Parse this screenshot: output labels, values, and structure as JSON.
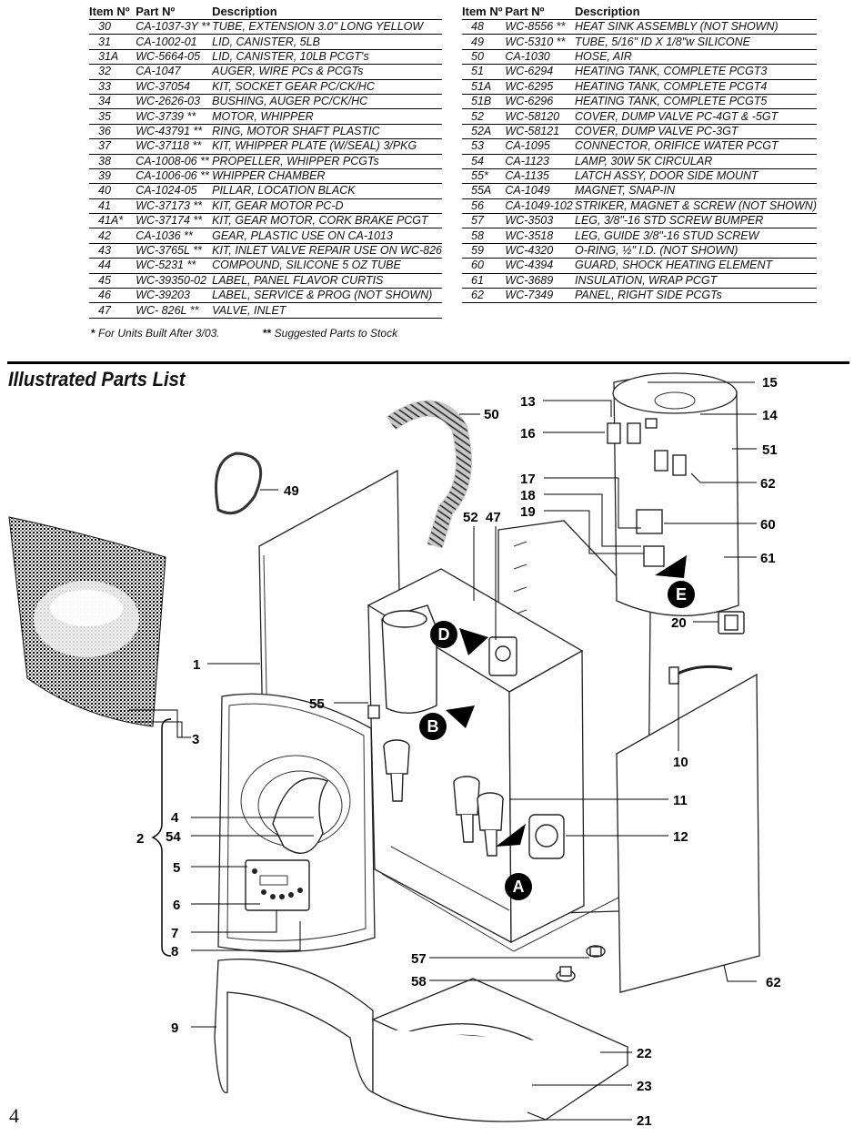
{
  "left_table": {
    "headers": {
      "item": "Item Nº",
      "part": "Part Nº",
      "desc": "Description"
    },
    "rows": [
      {
        "item": "30",
        "part": "CA-1037-3Y **",
        "desc": "TUBE, EXTENSION 3.0\" LONG YELLOW"
      },
      {
        "item": "31",
        "part": "CA-1002-01",
        "desc": "LID, CANISTER, 5LB"
      },
      {
        "item": "31A",
        "part": "WC-5664-05",
        "desc": "LID, CANISTER, 10LB PCGT's"
      },
      {
        "item": "32",
        "part": "CA-1047",
        "desc": "AUGER, WIRE PCs & PCGTs"
      },
      {
        "item": "33",
        "part": "WC-37054",
        "desc": "KIT, SOCKET GEAR PC/CK/HC"
      },
      {
        "item": "34",
        "part": "WC-2626-03",
        "desc": "BUSHING, AUGER PC/CK/HC"
      },
      {
        "item": "35",
        "part": "WC-3739  **",
        "desc": "MOTOR, WHIPPER"
      },
      {
        "item": "36",
        "part": "WC-43791 **",
        "desc": "RING, MOTOR SHAFT PLASTIC"
      },
      {
        "item": "37",
        "part": "WC-37118 **",
        "desc": "KIT, WHIPPER PLATE (W/SEAL) 3/PKG"
      },
      {
        "item": "38",
        "part": "CA-1008-06 **",
        "desc": "PROPELLER, WHIPPER PCGTs"
      },
      {
        "item": "39",
        "part": "CA-1006-06 **",
        "desc": "WHIPPER CHAMBER"
      },
      {
        "item": "40",
        "part": "CA-1024-05",
        "desc": "PILLAR, LOCATION BLACK"
      },
      {
        "item": "41",
        "part": "WC-37173 **",
        "desc": "KIT, GEAR MOTOR PC-D"
      },
      {
        "item": "41A*",
        "part": "WC-37174 **",
        "desc": "KIT, GEAR MOTOR, CORK BRAKE PCGT"
      },
      {
        "item": "42",
        "part": "CA-1036  **",
        "desc": "GEAR, PLASTIC USE ON CA-1013"
      },
      {
        "item": "43",
        "part": "WC-3765L **",
        "desc": "KIT, INLET VALVE REPAIR USE ON WC-826"
      },
      {
        "item": "44",
        "part": "WC-5231 **",
        "desc": "COMPOUND, SILICONE 5 OZ TUBE"
      },
      {
        "item": "45",
        "part": "WC-39350-02",
        "desc": "LABEL, PANEL FLAVOR CURTIS"
      },
      {
        "item": "46",
        "part": "WC-39203",
        "desc": "LABEL, SERVICE & PROG (NOT SHOWN)"
      },
      {
        "item": "47",
        "part": "WC-  826L **",
        "desc": "VALVE, INLET"
      }
    ]
  },
  "right_table": {
    "headers": {
      "item": "Item Nº",
      "part": "Part Nº",
      "desc": "Description"
    },
    "rows": [
      {
        "item": "48",
        "part": "WC-8556 **",
        "desc": "HEAT SINK ASSEMBLY (NOT SHOWN)"
      },
      {
        "item": "49",
        "part": "WC-5310 **",
        "desc": "TUBE, 5/16\" ID X 1/8\"w SILICONE"
      },
      {
        "item": "50",
        "part": "CA-1030",
        "desc": "HOSE, AIR"
      },
      {
        "item": "51",
        "part": "WC-6294",
        "desc": "HEATING TANK, COMPLETE PCGT3"
      },
      {
        "item": "51A",
        "part": "WC-6295",
        "desc": "HEATING TANK, COMPLETE PCGT4"
      },
      {
        "item": "51B",
        "part": "WC-6296",
        "desc": "HEATING TANK, COMPLETE PCGT5"
      },
      {
        "item": "52",
        "part": "WC-58120",
        "desc": "COVER, DUMP VALVE  PC-4GT & -5GT"
      },
      {
        "item": "52A",
        "part": "WC-58121",
        "desc": "COVER, DUMP VALVE PC-3GT"
      },
      {
        "item": "53",
        "part": "CA-1095",
        "desc": "CONNECTOR, ORIFICE WATER PCGT"
      },
      {
        "item": "54",
        "part": "CA-1123",
        "desc": "LAMP, 30W 5K CIRCULAR"
      },
      {
        "item": "55*",
        "part": "CA-1135",
        "desc": "LATCH ASSY, DOOR SIDE MOUNT"
      },
      {
        "item": "55A",
        "part": "CA-1049",
        "desc": "MAGNET, SNAP-IN"
      },
      {
        "item": "56",
        "part": "CA-1049-102",
        "desc": "STRIKER, MAGNET & SCREW (NOT SHOWN)"
      },
      {
        "item": "57",
        "part": "WC-3503",
        "desc": "LEG, 3/8\"-16 STD SCREW BUMPER"
      },
      {
        "item": "58",
        "part": "WC-3518",
        "desc": "LEG, GUIDE 3/8\"-16 STUD SCREW"
      },
      {
        "item": "59",
        "part": "WC-4320",
        "desc": "O-RING, ½\" I.D. (NOT SHOWN)"
      },
      {
        "item": "60",
        "part": "WC-4394",
        "desc": "GUARD, SHOCK HEATING ELEMENT"
      },
      {
        "item": "61",
        "part": "WC-3689",
        "desc": "INSULATION, WRAP PCGT"
      },
      {
        "item": "62",
        "part": "WC-7349",
        "desc": "PANEL, RIGHT SIDE PCGTs"
      }
    ]
  },
  "footnotes": {
    "star_symbol": "*",
    "star_text": "For Units Built After 3/03.",
    "dstar_symbol": "**",
    "dstar_text": "Suggested Parts to Stock"
  },
  "section_title": "Illustrated Parts List",
  "page_number": "4",
  "diagram": {
    "callouts": [
      "1",
      "2",
      "3",
      "4",
      "54",
      "5",
      "6",
      "7",
      "8",
      "9",
      "10",
      "11",
      "12",
      "13",
      "14",
      "15",
      "16",
      "17",
      "18",
      "19",
      "20",
      "21",
      "22",
      "23",
      "47",
      "49",
      "50",
      "51",
      "52",
      "55",
      "57",
      "58",
      "60",
      "61",
      "62",
      "62"
    ],
    "badges": [
      "A",
      "B",
      "D",
      "E"
    ]
  }
}
